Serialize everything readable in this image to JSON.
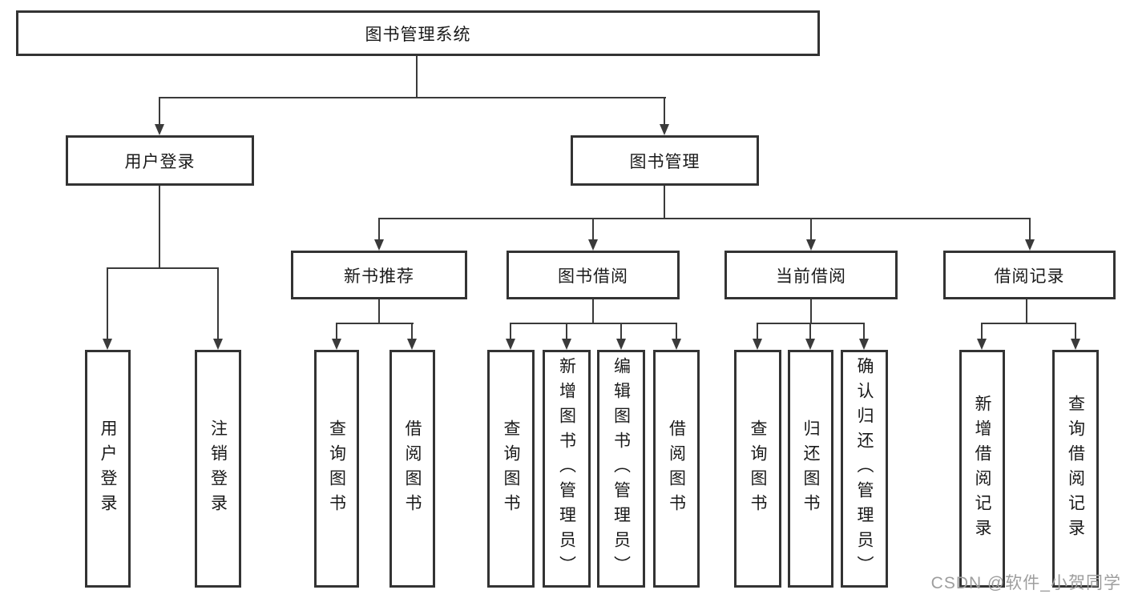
{
  "tree": {
    "root": {
      "label": "图书管理系统"
    },
    "branches": [
      {
        "label": "用户登录",
        "children": [
          {
            "label": "用户登录"
          },
          {
            "label": "注销登录"
          }
        ]
      },
      {
        "label": "图书管理",
        "children": [
          {
            "label": "新书推荐",
            "children": [
              {
                "label": "查询图书"
              },
              {
                "label": "借阅图书"
              }
            ]
          },
          {
            "label": "图书借阅",
            "children": [
              {
                "label": "查询图书"
              },
              {
                "label": "新增图书（管理员）"
              },
              {
                "label": "编辑图书（管理员）"
              },
              {
                "label": "借阅图书"
              }
            ]
          },
          {
            "label": "当前借阅",
            "children": [
              {
                "label": "查询图书"
              },
              {
                "label": "归还图书"
              },
              {
                "label": "确认归还（管理员）"
              }
            ]
          },
          {
            "label": "借阅记录",
            "children": [
              {
                "label": "新增借阅记录"
              },
              {
                "label": "查询借阅记录"
              }
            ]
          }
        ]
      }
    ]
  },
  "watermark": {
    "text": "CSDN @软件_小贺同学"
  },
  "colors": {
    "border": "#333333",
    "line": "#3a3a3a",
    "text": "#1a1a1a",
    "watermark": "#9e9e9e"
  }
}
